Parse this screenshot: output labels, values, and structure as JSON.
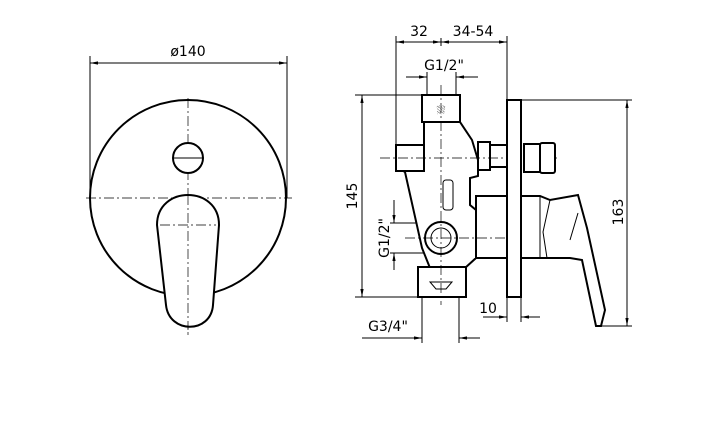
{
  "front_view": {
    "diameter_label": "ø140"
  },
  "side_view": {
    "dim_left_depth": "32",
    "dim_right_depth": "34-54",
    "dim_top_thread": "G1/2\"",
    "dim_side_thread": "G1/2\"",
    "dim_bottom_thread": "G3/4\"",
    "dim_body_height": "145",
    "dim_total_height": "163",
    "dim_plate_gap": "10"
  },
  "colors": {
    "line": "#000000",
    "background": "#ffffff"
  }
}
